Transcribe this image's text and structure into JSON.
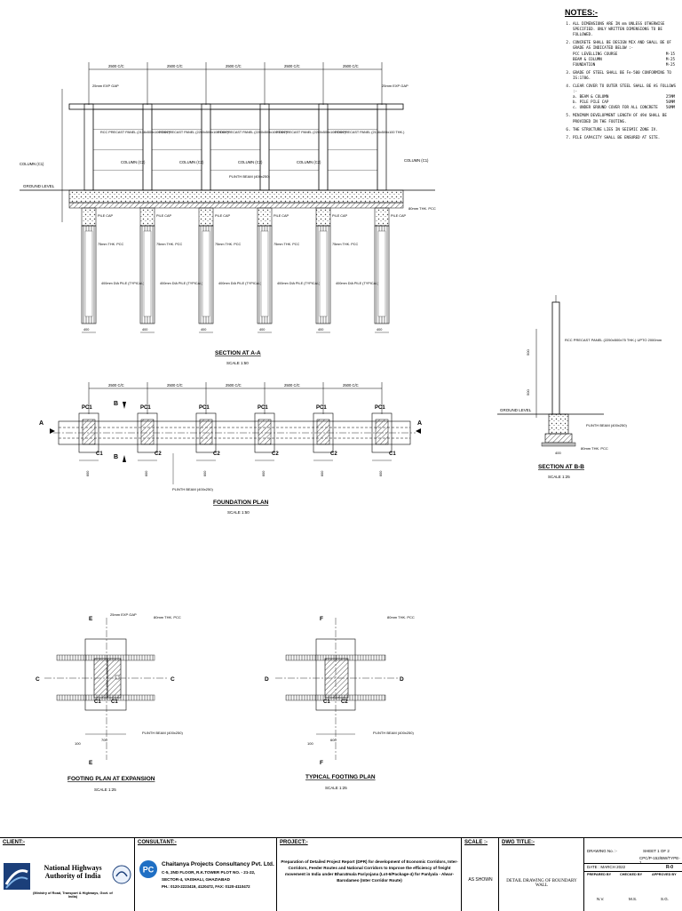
{
  "section_aa": {
    "spacing_labels": [
      "2500 C/C",
      "2500 C/C",
      "2500 C/C",
      "2500 C/C",
      "2500 C/C"
    ],
    "exp_gap": "25mm EXP GAP",
    "panels": [
      "RCC PRECAST PANEL (2136x500x100 THK.)",
      "RCC PRECAST PANEL (2200x500x100 THK.)",
      "RCC PRECAST PANEL (2200x500x100 THK.)",
      "RCC PRECAST PANEL (2200x500x100 THK.)",
      "RCC PRECAST PANEL (2136x500x100 THK.)"
    ],
    "column_labels": [
      "COLUMN (C1)",
      "COLUMN (C2)",
      "COLUMN (C2)",
      "COLUMN (C2)",
      "COLUMN (C2)",
      "COLUMN (C1)"
    ],
    "plinth_beam": "PLINTH BEAM (400x250)",
    "ground_level": "GROUND LEVEL",
    "pile": "PILE CAP",
    "pcc": "75mm THK. PCC",
    "pcc80": "80mm THK. PCC",
    "dia_pile": "400mm DIA PILE (TYPICAL)",
    "dim_400": "400",
    "title": "SECTION AT A-A",
    "scale": "SCALE 1:50"
  },
  "foundation_plan": {
    "spacing_labels": [
      "2500 C/C",
      "2500 C/C",
      "2500 C/C",
      "2500 C/C",
      "2500 C/C"
    ],
    "pc_labels": [
      "PC1",
      "PC1",
      "PC1",
      "PC1",
      "PC1",
      "PC1"
    ],
    "c_labels": [
      "C1",
      "C2",
      "C2",
      "C2",
      "C2",
      "C1"
    ],
    "dim_600": "600",
    "plinth_beam": "PLINTH BEAM (400x250)",
    "title": "FOUNDATION PLAN",
    "scale": "SCALE 1:50",
    "markers": {
      "a": "A",
      "b": "B"
    }
  },
  "section_bb": {
    "panel": "RCC PRECAST PANEL (2250x500x75 THK.) UPTO 2000mm",
    "ground_level": "GROUND LEVEL",
    "plinth_beam": "PLINTH BEAM (400x250)",
    "pcc": "80mm THK. PCC",
    "dim": "400",
    "title": "SECTION AT B-B",
    "scale": "SCALE 1:25"
  },
  "footing_exp": {
    "exp_gap": "25mm EXP GAP",
    "pcc": "80mm THK. PCC",
    "plinth_beam": "PLINTH BEAM (400x250)",
    "c1": "C1",
    "dim": "700",
    "dim_side": "100",
    "title": "FOOTING PLAN AT EXPANSION",
    "scale": "SCALE 1:25",
    "markers": {
      "c": "C",
      "e": "E"
    }
  },
  "footing_typ": {
    "pcc": "80mm THK. PCC",
    "plinth_beam": "PLINTH BEAM (400x250)",
    "c1": "C1",
    "c2": "C2",
    "dim": "600",
    "dim_side": "100",
    "title": "TYPICAL FOOTING PLAN",
    "scale": "SCALE 1:25",
    "markers": {
      "d": "D",
      "f": "F"
    }
  },
  "notes": {
    "title": "NOTES:-",
    "items": [
      "ALL DIMENSIONS ARE IN mm UNLESS OTHERWISE SPECIFIED. ONLY WRITTEN DIMENSIONS TO BE FOLLOWED.",
      "CONCRETE SHALL BE DESIGN MIX AND SHALL BE OF GRADE AS INDICATED BELOW :-",
      "GRADE OF STEEL SHALL BE Fe-500 CONFORMING TO IS:1786.",
      "CLEAR COVER TO OUTER STEEL SHALL BE AS FOLLOWS :-",
      "MINIMUM DEVELOPMENT LENGTH OF 49d SHALL BE PROVIDED IN THE FOOTING.",
      "THE STRUCTURE LIES IN SEISMIC ZONE IV.",
      "PILE CAPACITY SHALL BE ENSURED AT SITE."
    ],
    "grades": [
      [
        "PCC LEVELLING COURSE",
        "M-15"
      ],
      [
        "BEAM & COLUMN",
        "M-25"
      ],
      [
        "FOUNDATION",
        "M-25"
      ]
    ],
    "covers": [
      [
        "a. BEAM & COLUMN",
        "25MM"
      ],
      [
        "b. PILE PILE CAP",
        "50MM"
      ],
      [
        "c. UNDER GROUND COVER FOR ALL CONCRETE",
        "50MM"
      ]
    ]
  },
  "titleblock": {
    "client_head": "CLIENT:-",
    "client_name": "National Highways Authority of India",
    "client_sub": "(Ministry of Road, Transport & Highways, Govt. of India)",
    "consultant_head": "CONSULTANT:-",
    "consultant_name": "Chaitanya Projects Consultancy Pvt. Ltd.",
    "consultant_addr1": "C-5, 2ND FLOOR, R.K.TOWER PLOT NO. - 21-22,",
    "consultant_addr2": "SECTOR-4, VAISHALI, GHAZIABAD",
    "consultant_ph": "PH.: 0120-2223419, 4120472, FAX: 0120-4110472",
    "project_head": "PROJECT:-",
    "project_text": "Preparation of Detailed Project Report (DPR) for development of Economic Corridors, Inter-Corridors, Feeder Routes and National Corridors to Improve the efficiency of freight movement in India under Bharatmala Pariyojana (Lot-6/Package-4) for Panlyala - Alwar- Barodameo (Inter Corridor Route)",
    "scale_head": "SCALE :-",
    "scale_val": "AS SHOWN",
    "dwg_head": "DWG TITLE:-",
    "dwg_title": "DETAIL DRAWING OF BOUNDARY WALL",
    "drawing_no_label": "DRAWING No. :-",
    "sheet": "SHEET 1 OF 2",
    "code": "CPC/P-152/BW/TYPE-1",
    "date": "DATE : MARCH 2022",
    "rev_label": "R-0",
    "prepared": "PREPARED BY",
    "checked": "CHECKED BY",
    "approved": "APPROVED BY",
    "prep_by": "N.V.",
    "chk_by": "M.S.",
    "app_by": "S.G."
  }
}
